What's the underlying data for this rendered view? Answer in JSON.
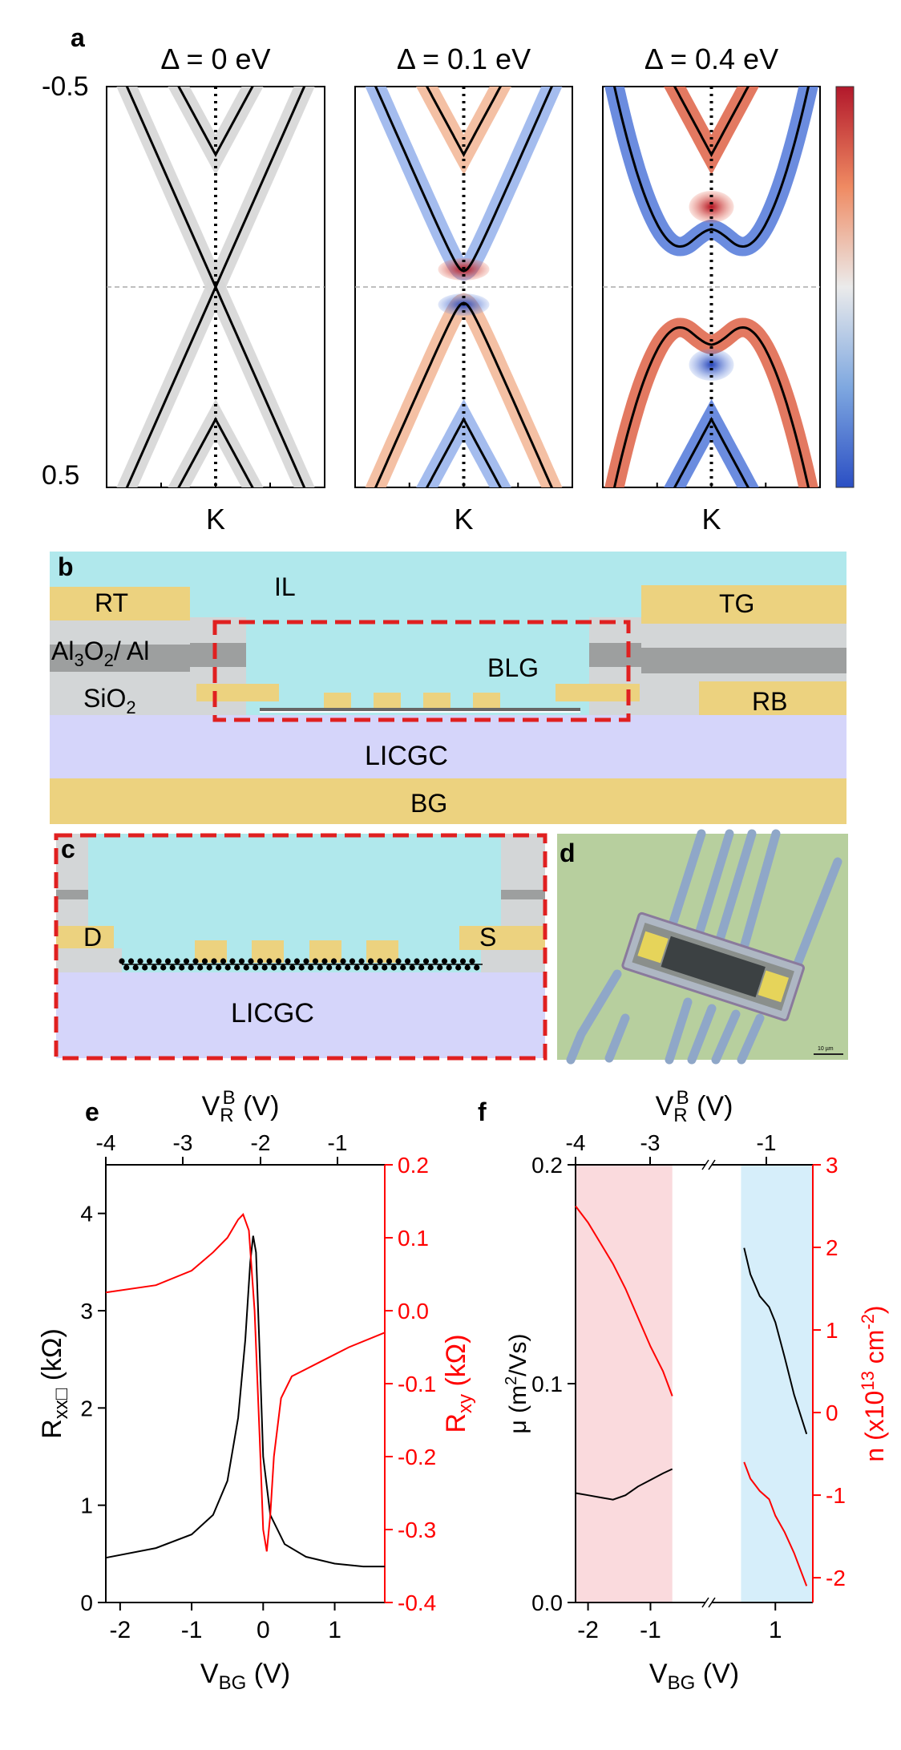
{
  "colors": {
    "cyan": "#b0e8ec",
    "gold": "#ecd27f",
    "lightgray": "#d3d6d7",
    "darkgray": "#9d9f9f",
    "lavender": "#d5d5fa",
    "dashed_red": "#e02020",
    "red_axis": "#ff0000",
    "pink_band": "#fadadd",
    "blue_band": "#d6eefa",
    "chip_bg": "#b7cf9e"
  },
  "panel_a": {
    "label": "a",
    "y_top_tick": "-0.5",
    "y_bottom_tick": "0.5",
    "subplots": [
      {
        "title": "Δ = 0 eV",
        "xtick": "K"
      },
      {
        "title": "Δ = 0.1 eV",
        "xtick": "K"
      },
      {
        "title": "Δ = 0.4 eV",
        "xtick": "K"
      }
    ]
  },
  "panel_b": {
    "label": "b",
    "labels": {
      "rt": "RT",
      "il": "IL",
      "tg": "TG",
      "al": "Al",
      "al_sub": "3",
      "o": "O",
      "o_sub": "2",
      "al2": "/ Al",
      "si": "SiO",
      "si_sub": "2",
      "blg": "BLG",
      "rb": "RB",
      "licgc": "LICGC",
      "bg": "BG"
    }
  },
  "panel_c": {
    "label": "c",
    "labels": {
      "d": "D",
      "s": "S",
      "licgc": "LICGC"
    }
  },
  "panel_d": {
    "label": "d",
    "scalebar": "10 µm"
  },
  "panel_e": {
    "label": "e"
  },
  "panel_f": {
    "label": "f"
  },
  "chart_data": [
    {
      "type": "line",
      "panel": "e",
      "x": [
        -2.2,
        -1.5,
        -1.0,
        -0.7,
        -0.5,
        -0.35,
        -0.25,
        -0.18,
        -0.14,
        -0.1,
        -0.05,
        0.0,
        0.1,
        0.3,
        0.6,
        1.0,
        1.4,
        1.7
      ],
      "series": [
        {
          "axis": "left",
          "values": [
            0.46,
            0.56,
            0.7,
            0.9,
            1.25,
            1.9,
            2.7,
            3.5,
            3.77,
            3.6,
            2.6,
            1.5,
            0.9,
            0.6,
            0.47,
            0.4,
            0.37,
            0.37
          ]
        },
        {
          "axis": "right",
          "x": [
            -2.2,
            -1.5,
            -1.0,
            -0.7,
            -0.5,
            -0.35,
            -0.28,
            -0.2,
            -0.12,
            -0.05,
            0.0,
            0.05,
            0.1,
            0.15,
            0.25,
            0.4,
            0.8,
            1.2,
            1.7
          ],
          "values": [
            0.025,
            0.035,
            0.055,
            0.08,
            0.1,
            0.125,
            0.132,
            0.11,
            0.0,
            -0.17,
            -0.3,
            -0.33,
            -0.28,
            -0.2,
            -0.12,
            -0.09,
            -0.07,
            -0.05,
            -0.03
          ]
        }
      ],
      "xlabel": "V",
      "xlabel_sub": "BG",
      "xlabel_unit": " (V)",
      "ylabel": "R",
      "ylabel_sub": "xx□",
      "ylabel_unit": " (kΩ)",
      "y2label": "R",
      "y2label_sub": "xy",
      "y2label_unit": " (kΩ)",
      "top_label": "V",
      "top_label_sub": "R",
      "top_label_sup": "B",
      "top_label_unit": " (V)",
      "xlim": [
        -2.2,
        1.7
      ],
      "ylim": [
        0,
        4.5
      ],
      "y2lim": [
        -0.4,
        0.2
      ],
      "x_ticks": [
        "-2",
        "-1",
        "0",
        "1"
      ],
      "y_ticks": [
        "0",
        "1",
        "2",
        "3",
        "4"
      ],
      "y2_ticks": [
        "-0.4",
        "-0.3",
        "-0.2",
        "-0.1",
        "0.0",
        "0.1",
        "0.2"
      ],
      "top_ticks": [
        "-4",
        "-3",
        "-2",
        "-1"
      ]
    },
    {
      "type": "line",
      "panel": "f",
      "x": [
        -2.2,
        -2.0,
        -1.8,
        -1.6,
        -1.4,
        -1.2,
        -1.0,
        -0.8,
        -0.65
      ],
      "series": [
        {
          "axis": "left",
          "values": [
            0.05,
            0.049,
            0.048,
            0.047,
            0.049,
            0.053,
            0.056,
            0.059,
            0.061
          ]
        },
        {
          "axis": "right",
          "values": [
            2.5,
            2.3,
            2.05,
            1.8,
            1.5,
            1.15,
            0.8,
            0.5,
            0.2
          ]
        },
        {
          "axis": "left",
          "x": [
            0.5,
            0.6,
            0.75,
            0.9,
            1.0,
            1.15,
            1.3,
            1.5
          ],
          "values": [
            0.162,
            0.15,
            0.14,
            0.135,
            0.128,
            0.112,
            0.095,
            0.077
          ]
        },
        {
          "axis": "right",
          "x": [
            0.5,
            0.6,
            0.75,
            0.9,
            1.0,
            1.15,
            1.3,
            1.5
          ],
          "values": [
            -0.6,
            -0.8,
            -0.95,
            -1.05,
            -1.25,
            -1.45,
            -1.7,
            -2.1
          ]
        }
      ],
      "xlabel": "V",
      "xlabel_sub": "BG",
      "xlabel_unit": " (V)",
      "ylabel": "μ (m",
      "ylabel_sup": "2",
      "ylabel_unit": "/Vs)",
      "y2label": "n (x10",
      "y2label_sup": "13",
      "y2label_mid": " cm",
      "y2label_sup2": "-2",
      "y2label_end": ")",
      "top_label": "V",
      "top_label_sub": "R",
      "top_label_sup": "B",
      "top_label_unit": " (V)",
      "xlim": [
        -2.2,
        1.6
      ],
      "ylim": [
        0.0,
        0.2
      ],
      "y2lim": [
        -2.3,
        3.0
      ],
      "x_ticks": [
        "-2",
        "-1",
        "1"
      ],
      "y_ticks": [
        "0.0",
        "0.1",
        "0.2"
      ],
      "y2_ticks": [
        "-2",
        "-1",
        "0",
        "1",
        "2",
        "3"
      ],
      "top_ticks": [
        "-4",
        "-3",
        "-1"
      ],
      "shaded": [
        {
          "from": -2.2,
          "to": -0.65,
          "color": "pink"
        },
        {
          "from": 0.45,
          "to": 1.6,
          "color": "blue"
        }
      ]
    }
  ]
}
